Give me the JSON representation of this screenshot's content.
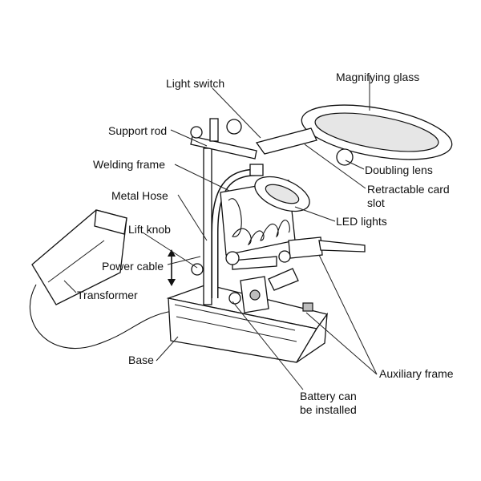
{
  "diagram": {
    "title": "Helping hand magnifier with LED lights",
    "labels": {
      "light_switch": "Light switch",
      "magnifying_glass": "Magnifying glass",
      "support_rod": "Support rod",
      "welding_frame": "Welding frame",
      "doubling_lens": "Doubling lens",
      "retractable_card_slot_line1": "Retractable card",
      "retractable_card_slot_line2": "slot",
      "metal_hose": "Metal Hose",
      "led_lights": "LED lights",
      "lift_knob": "Lift knob",
      "power_cable": "Power cable",
      "transformer": "Transformer",
      "base": "Base",
      "auxiliary_frame": "Auxiliary frame",
      "battery_line1": "Battery can",
      "battery_line2": "be installed"
    }
  }
}
